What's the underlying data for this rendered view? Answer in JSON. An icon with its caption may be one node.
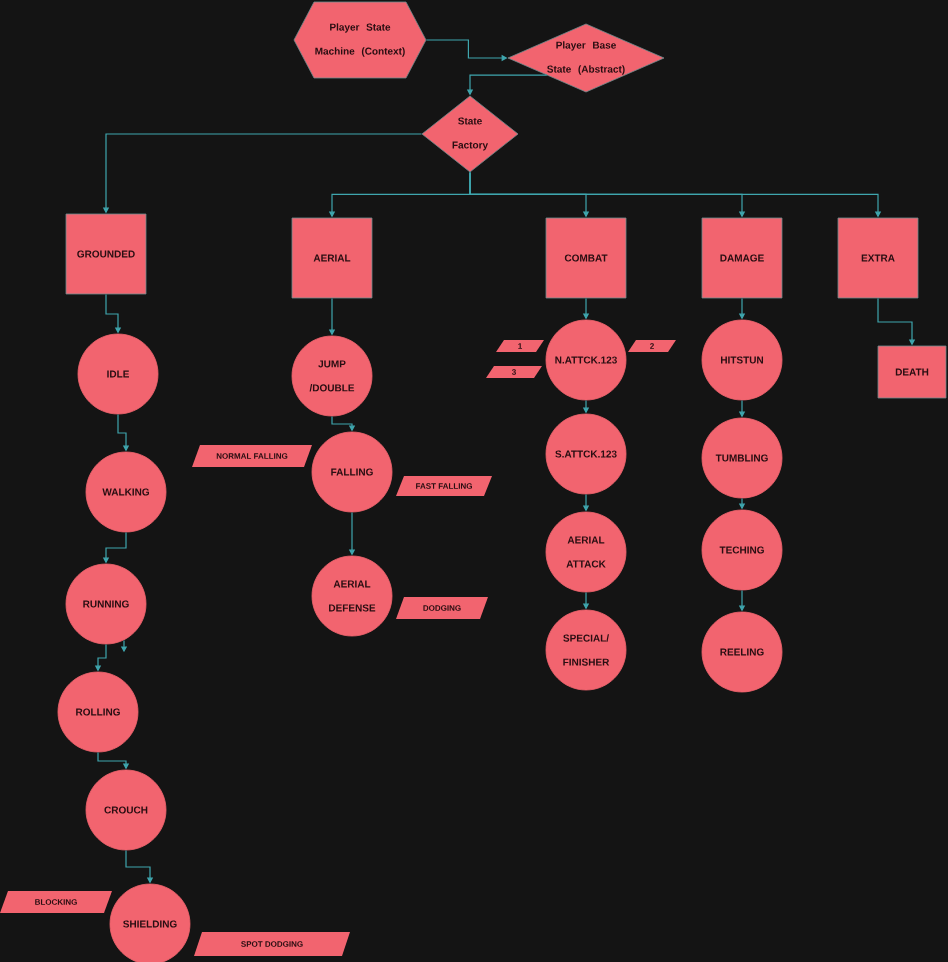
{
  "diagram": {
    "nodes": [
      {
        "text": [
          "Player State Machine (Context)"
        ]
      },
      {
        "text": [
          "Player Base State (Abstract)"
        ]
      },
      {
        "text": [
          "State Factory"
        ]
      },
      {
        "text": [
          "GROUNDED"
        ]
      },
      {
        "text": [
          "AERIAL"
        ]
      },
      {
        "text": [
          "COMBAT"
        ]
      },
      {
        "text": [
          "DAMAGE"
        ]
      },
      {
        "text": [
          "EXTRA"
        ]
      },
      {
        "text": [
          "IDLE"
        ]
      },
      {
        "text": [
          "JUMP /DOUBLE"
        ]
      },
      {
        "text": [
          "N.ATTCK.123"
        ]
      },
      {
        "text": [
          "HITSTUN"
        ]
      },
      {
        "text": [
          "DEATH"
        ]
      },
      {
        "text": [
          "WALKING"
        ]
      },
      {
        "text": [
          "FALLING"
        ]
      },
      {
        "text": [
          "S.ATTCK.123"
        ]
      },
      {
        "text": [
          "TUMBLING"
        ]
      },
      {
        "text": [
          "RUNNING"
        ]
      },
      {
        "text": [
          "AERIAL DEFENSE"
        ]
      },
      {
        "text": [
          "AERIAL ATTACK"
        ]
      },
      {
        "text": [
          "TECHING"
        ]
      },
      {
        "text": [
          "ROLLING"
        ]
      },
      {
        "text": [
          "SPECIAL/ FINISHER"
        ]
      },
      {
        "text": [
          "REELING"
        ]
      },
      {
        "text": [
          "CROUCH"
        ]
      },
      {
        "text": [
          "SHIELDING"
        ]
      },
      {
        "text": [
          "1"
        ]
      },
      {
        "text": [
          "2"
        ]
      },
      {
        "text": [
          "3"
        ]
      },
      {
        "text": [
          "NORMAL FALLING"
        ]
      },
      {
        "text": [
          "FAST FALLING"
        ]
      },
      {
        "text": [
          "DODGING"
        ]
      },
      {
        "text": [
          "BLOCKING"
        ]
      },
      {
        "text": [
          "SPOT DODGING"
        ]
      }
    ],
    "edges": [
      {
        "from": 0,
        "to": 1,
        "arrow": "to"
      },
      {
        "from": 1,
        "to": 2,
        "arrow": "to"
      },
      {
        "from": 2,
        "to": 3,
        "arrow": "to"
      },
      {
        "from": 2,
        "to": 4,
        "arrow": "to"
      },
      {
        "from": 2,
        "to": 5,
        "arrow": "to"
      },
      {
        "from": 2,
        "to": 6,
        "arrow": "to"
      },
      {
        "from": 2,
        "to": 7,
        "arrow": "to"
      },
      {
        "from": 3,
        "to": 8,
        "arrow": "to"
      },
      {
        "from": 8,
        "to": 13,
        "arrow": "to"
      },
      {
        "from": 13,
        "to": 17,
        "arrow": "to"
      },
      {
        "from": 17,
        "to": 21,
        "arrow": "to"
      },
      {
        "from": 17,
        "to": null,
        "arrow": "to"
      },
      {
        "from": 21,
        "to": 24,
        "arrow": "to"
      },
      {
        "from": 24,
        "to": 25,
        "arrow": "to"
      },
      {
        "from": 4,
        "to": 9,
        "arrow": "to"
      },
      {
        "from": 9,
        "to": 14,
        "arrow": "to"
      },
      {
        "from": 14,
        "to": 18,
        "arrow": "to"
      },
      {
        "from": 5,
        "to": 10,
        "arrow": "to"
      },
      {
        "from": 10,
        "to": 15,
        "arrow": "to"
      },
      {
        "from": 15,
        "to": 19,
        "arrow": "to"
      },
      {
        "from": 19,
        "to": 22,
        "arrow": "to"
      },
      {
        "from": 6,
        "to": 11,
        "arrow": "to"
      },
      {
        "from": 11,
        "to": 16,
        "arrow": "to"
      },
      {
        "from": 16,
        "to": 20,
        "arrow": "to"
      },
      {
        "from": 20,
        "to": 23,
        "arrow": "to"
      },
      {
        "from": 7,
        "to": 12,
        "arrow": "to"
      }
    ]
  }
}
